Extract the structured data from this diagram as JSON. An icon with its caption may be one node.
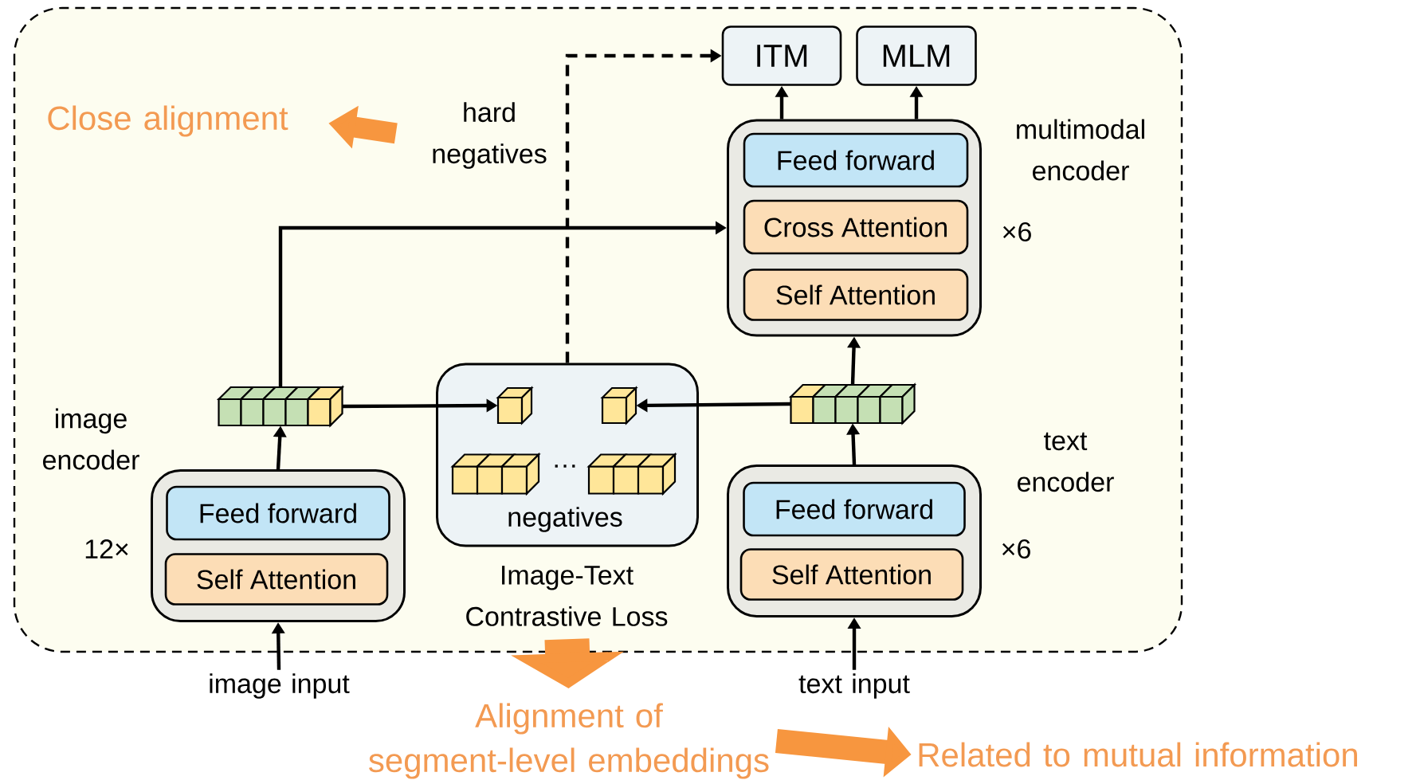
{
  "diagram": {
    "nodes": [
      {
        "text": [
          "ITM"
        ]
      },
      {
        "text": [
          "MLM"
        ]
      },
      {
        "text": [
          "Close alignment"
        ]
      },
      {
        "text": [
          "hard negatives"
        ]
      },
      {
        "text": [
          "multimodal encoder"
        ],
        "beside": [
          "×6"
        ]
      },
      {
        "text": [
          "Feed forward"
        ],
        "in": 4
      },
      {
        "text": [
          "Cross Attention"
        ],
        "in": 4
      },
      {
        "text": [
          "Self Attention"
        ],
        "in": 4
      },
      {
        "text": [],
        "shape": "bar"
      },
      {
        "text": [
          "negatives",
          "Image-Text Contrastive Loss"
        ]
      },
      {
        "text": [],
        "shape": "box",
        "in": 9
      },
      {
        "text": [],
        "shape": "box",
        "in": 9
      },
      {
        "text": [],
        "shape": "bar"
      },
      {
        "text": [
          "image encoder"
        ],
        "beside": [
          "12×"
        ]
      },
      {
        "text": [
          "Feed forward"
        ],
        "in": 13
      },
      {
        "text": [
          "Self Attention"
        ],
        "in": 13
      },
      {
        "text": [
          "text encoder"
        ],
        "beside": [
          "×6"
        ]
      },
      {
        "text": [
          "Feed forward"
        ],
        "in": 16
      },
      {
        "text": [
          "Self Attention"
        ],
        "in": 16
      },
      {
        "text": [
          "image input"
        ]
      },
      {
        "text": [
          "text input"
        ]
      },
      {
        "text": [
          "Alignment of segment-level embeddings"
        ]
      },
      {
        "text": [
          "Related to mutual information"
        ]
      }
    ],
    "edges": [
      {
        "from": 19,
        "to": 13,
        "arrow": "to"
      },
      {
        "from": 13,
        "to": 8,
        "arrow": "to"
      },
      {
        "from": 8,
        "to": 10,
        "arrow": "to"
      },
      {
        "from": 8,
        "to": 4,
        "arrow": "to"
      },
      {
        "from": 20,
        "to": 16,
        "arrow": "to"
      },
      {
        "from": 16,
        "to": 12,
        "arrow": "to"
      },
      {
        "from": 12,
        "to": 11,
        "arrow": "to"
      },
      {
        "from": 12,
        "to": 4,
        "arrow": "to"
      },
      {
        "from": 4,
        "to": 0,
        "arrow": "to"
      },
      {
        "from": 4,
        "to": 1,
        "arrow": "to"
      },
      {
        "from": 9,
        "to": 0,
        "arrow": "to",
        "style": "dashed"
      },
      {
        "from": 3,
        "to": 2,
        "arrow": "to",
        "style": "thick",
        "color": "#f7963f"
      },
      {
        "from": 9,
        "to": 21,
        "arrow": "to",
        "style": "thick",
        "color": "#f7963f"
      },
      {
        "from": 21,
        "to": 22,
        "arrow": "to",
        "style": "thick",
        "color": "#f7963f"
      }
    ],
    "labels": [
      "…"
    ]
  }
}
